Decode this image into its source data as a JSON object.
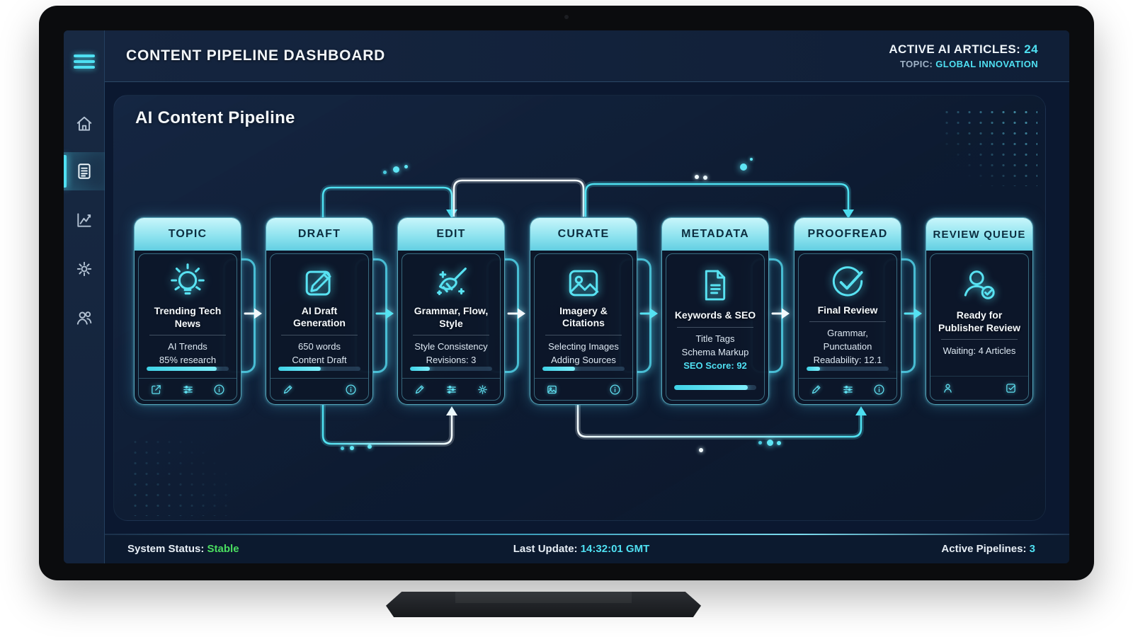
{
  "header": {
    "title": "CONTENT PIPELINE DASHBOARD",
    "active_articles_label": "ACTIVE AI ARTICLES:",
    "active_articles_value": "24",
    "topic_label": "TOPIC:",
    "topic_value": "GLOBAL INNOVATION"
  },
  "sidebar": {
    "items": [
      {
        "icon": "home-icon",
        "active": false
      },
      {
        "icon": "articles-icon",
        "active": true
      },
      {
        "icon": "analytics-icon",
        "active": false
      },
      {
        "icon": "settings-icon",
        "active": false
      },
      {
        "icon": "users-icon",
        "active": false
      }
    ]
  },
  "main": {
    "title": "AI Content Pipeline",
    "stages": [
      {
        "header": "TOPIC",
        "icon": "lightbulb-icon",
        "title": "Trending Tech News",
        "line1": "AI Trends",
        "line2": "85% research",
        "progress": 85,
        "footer_icons": [
          "share-icon",
          "sliders-icon",
          "info-icon"
        ]
      },
      {
        "header": "DRAFT",
        "icon": "edit-icon",
        "title": "AI Draft Generation",
        "line1": "650 words",
        "line2": "Content Draft",
        "progress": 52,
        "footer_icons": [
          "pencil-icon",
          "info-icon"
        ]
      },
      {
        "header": "EDIT",
        "icon": "broom-icon",
        "title": "Grammar, Flow, Style",
        "line1": "Style Consistency",
        "line2": "Revisions: 3",
        "progress": 24,
        "footer_icons": [
          "pencil-icon",
          "sliders-icon",
          "gear-icon"
        ]
      },
      {
        "header": "CURATE",
        "icon": "image-icon",
        "title": "Imagery & Citations",
        "line1": "Selecting Images",
        "line2": "Adding Sources",
        "progress": 40,
        "footer_icons": [
          "image-icon",
          "info-icon"
        ]
      },
      {
        "header": "METADATA",
        "icon": "file-icon",
        "title": "Keywords & SEO",
        "line1": "Title Tags",
        "line2": "Schema Markup",
        "highlight": "SEO Score: 92",
        "progress": 90,
        "footer_icons": []
      },
      {
        "header": "PROOFREAD",
        "icon": "check-circle-icon",
        "title": "Final Review",
        "line1": "Grammar, Punctuation",
        "line2": "Readability: 12.1",
        "progress": 16,
        "footer_icons": [
          "pencil-icon",
          "sliders-icon",
          "info-icon"
        ]
      },
      {
        "header": "REVIEW QUEUE",
        "icon": "user-check-icon",
        "title": "Ready for Publisher Review",
        "line1": "Waiting: 4 Articles",
        "progress": null,
        "footer_icons": [
          "user-icon",
          "check-square-icon"
        ]
      }
    ]
  },
  "statusbar": {
    "system_status_label": "System Status:",
    "system_status_value": "Stable",
    "last_update_label": "Last Update:",
    "last_update_value": "14:32:01 GMT",
    "active_pipelines_label": "Active Pipelines:",
    "active_pipelines_value": "3"
  },
  "colors": {
    "accent_cyan": "#4FE0F2",
    "status_green": "#4ADE60",
    "card_header_gradient_top": "#C8F6FB",
    "card_header_gradient_bottom": "#63CFE2",
    "background_navy": "#0D1C33"
  }
}
